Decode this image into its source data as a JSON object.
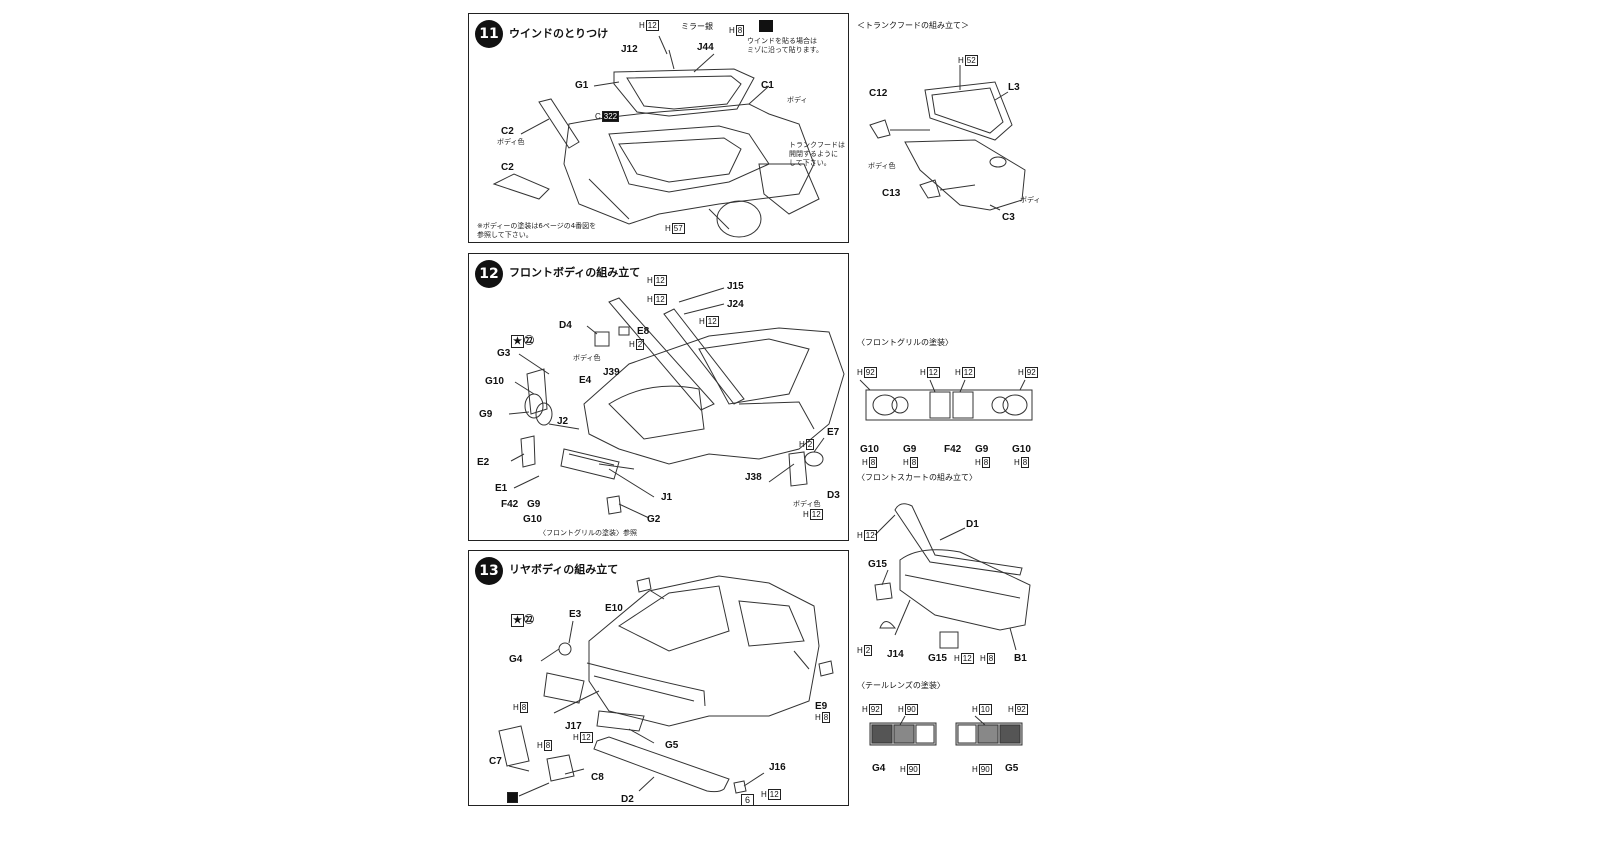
{
  "step11": {
    "number": "11",
    "title": "ウインドのとりつけ",
    "labels": {
      "h12": "H",
      "h12v": "12",
      "mirror": "ミラー銀",
      "h8": "H",
      "h8v": "8",
      "j12": "J12",
      "j44": "J44",
      "g1": "G1",
      "c1": "C1",
      "body": "ボディ",
      "c2a": "C2",
      "c2a_note": "ボディ色",
      "c2b": "C2",
      "c322": "C",
      "c322v": "322",
      "h57": "H",
      "h57v": "57"
    },
    "window_note": [
      "ウインドを貼る場合は",
      "ミゾに沿って貼ります。"
    ],
    "trunk_note": [
      "トランクフードは",
      "開閉するように",
      "して下さい。"
    ],
    "paint_note": [
      "※ボディーの塗装は6ページの4番図を",
      "参照して下さい。"
    ]
  },
  "trunk": {
    "title": "＜トランクフードの組み立て＞",
    "labels": {
      "h52": "H",
      "h52v": "52",
      "c12": "C12",
      "l3": "L3",
      "body_color": "ボディ色",
      "c13": "C13",
      "c3": "C3",
      "body": "ボディ"
    }
  },
  "step12": {
    "number": "12",
    "title": "フロントボディの組み立て",
    "labels": {
      "h12a": "H",
      "h12av": "12",
      "j15": "J15",
      "j24": "J24",
      "h12b": "H",
      "h12bv": "12",
      "h12c": "H",
      "h12cv": "12",
      "d4": "D4",
      "e8": "E8",
      "body_color": "ボディ色",
      "h2": "H",
      "h2v": "2",
      "j39": "J39",
      "e4": "E4",
      "star": "★",
      "star_num": "㉒",
      "g3": "G3",
      "g10a": "G10",
      "g9a": "G9",
      "j2": "J2",
      "e2": "E2",
      "e1": "E1",
      "f42": "F42",
      "g9b": "G9",
      "g10b": "G10",
      "j1": "J1",
      "g2": "G2",
      "h2b": "H",
      "h2bv": "2",
      "e7": "E7",
      "j38": "J38",
      "body_color2": "ボディ色",
      "d3": "D3",
      "h12d": "H",
      "h12dv": "12"
    },
    "grille_ref": "〈フロントグリルの塗装〉参照"
  },
  "grille": {
    "title": "〈フロントグリルの塗装〉",
    "labels": {
      "h92a": "H",
      "h92av": "92",
      "h12a": "H",
      "h12av": "12",
      "h12b": "H",
      "h12bv": "12",
      "h92b": "H",
      "h92bv": "92",
      "g10a": "G10",
      "g9a": "G9",
      "f42": "F42",
      "g9b": "G9",
      "g10b": "G10",
      "h8a": "H",
      "h8av": "8",
      "h8b": "H",
      "h8bv": "8",
      "h8c": "H",
      "h8cv": "8",
      "h8d": "H",
      "h8dv": "8"
    }
  },
  "skirt": {
    "title": "〈フロントスカートの組み立て〉",
    "labels": {
      "h12": "H",
      "h12v": "12",
      "d1": "D1",
      "g15a": "G15",
      "h2": "H",
      "h2v": "2",
      "j14": "J14",
      "g15b": "G15",
      "h12b": "H",
      "h12bv": "12",
      "h8": "H",
      "h8v": "8",
      "b1": "B1"
    }
  },
  "step13": {
    "number": "13",
    "title": "リヤボディの組み立て",
    "labels": {
      "e10": "E10",
      "star": "★",
      "star_num": "㉒",
      "e3": "E3",
      "g4": "G4",
      "h8a": "H",
      "h8av": "8",
      "j17": "J17",
      "h12": "H",
      "h12v": "12",
      "g5": "G5",
      "h8b": "H",
      "h8bv": "8",
      "e9": "E9",
      "h8c": "H",
      "h8cv": "8",
      "c7": "C7",
      "c8": "C8",
      "d2": "D2",
      "j16": "J16",
      "h12b": "H",
      "h12bv": "12"
    },
    "page": "6"
  },
  "tail": {
    "title": "〈テールレンズの塗装〉",
    "labels": {
      "h92a": "H",
      "h92av": "92",
      "h90a": "H",
      "h90av": "90",
      "h10": "H",
      "h10v": "10",
      "h92b": "H",
      "h92bv": "92",
      "g4": "G4",
      "h90b": "H",
      "h90bv": "90",
      "h90c": "H",
      "h90cv": "90",
      "g5": "G5"
    }
  }
}
